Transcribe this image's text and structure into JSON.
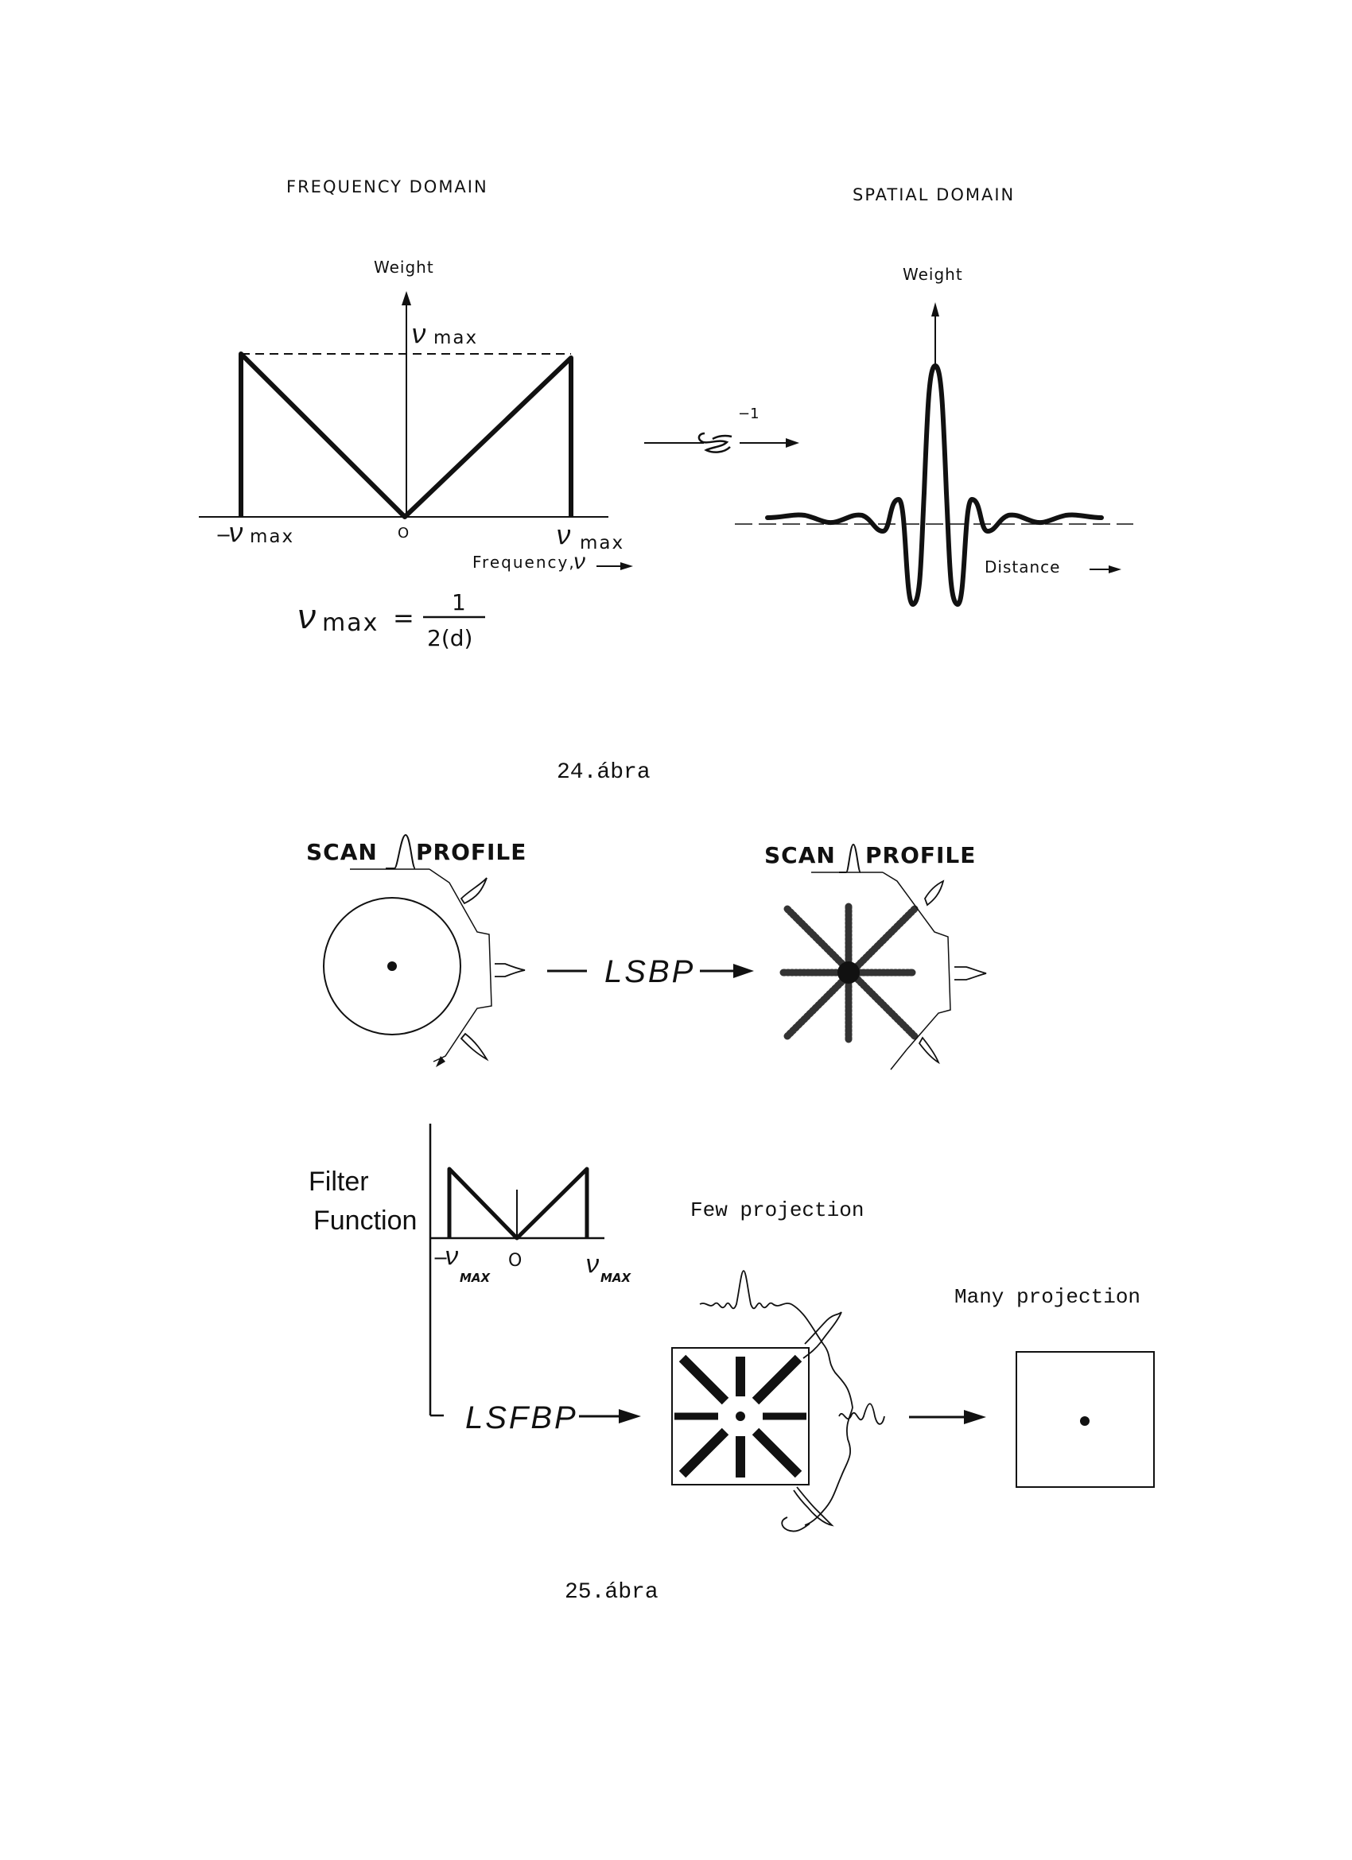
{
  "fig24": {
    "freq_title": "FREQUENCY  DOMAIN",
    "spatial_title": "SPATIAL  DOMAIN",
    "freq_weight": "Weight",
    "spatial_weight": "Weight",
    "vmax_top": "max",
    "vmax_left": "max",
    "vmax_right": "max",
    "minus": "−",
    "zero": "O",
    "frequency_label": "Frequency,",
    "ift_sup": "−1",
    "distance_label": "Distance",
    "formula_sub": "max",
    "formula_eq": "=",
    "formula_num": "1",
    "formula_den": "2(d)",
    "caption": "24.ábra"
  },
  "fig25": {
    "scan_left": "SCAN",
    "profile_left": "PROFILE",
    "scan_right": "SCAN",
    "profile_right": "PROFILE",
    "lsbp": "LSBP",
    "filter_line1": "Filter",
    "filter_line2": "Function",
    "vmax_left_sub": "MAX",
    "vmax_right_sub": "MAX",
    "zero": "O",
    "lsfbp": "LSFBP",
    "few": "Few projection",
    "many": "Many projection",
    "caption": "25.ábra"
  }
}
